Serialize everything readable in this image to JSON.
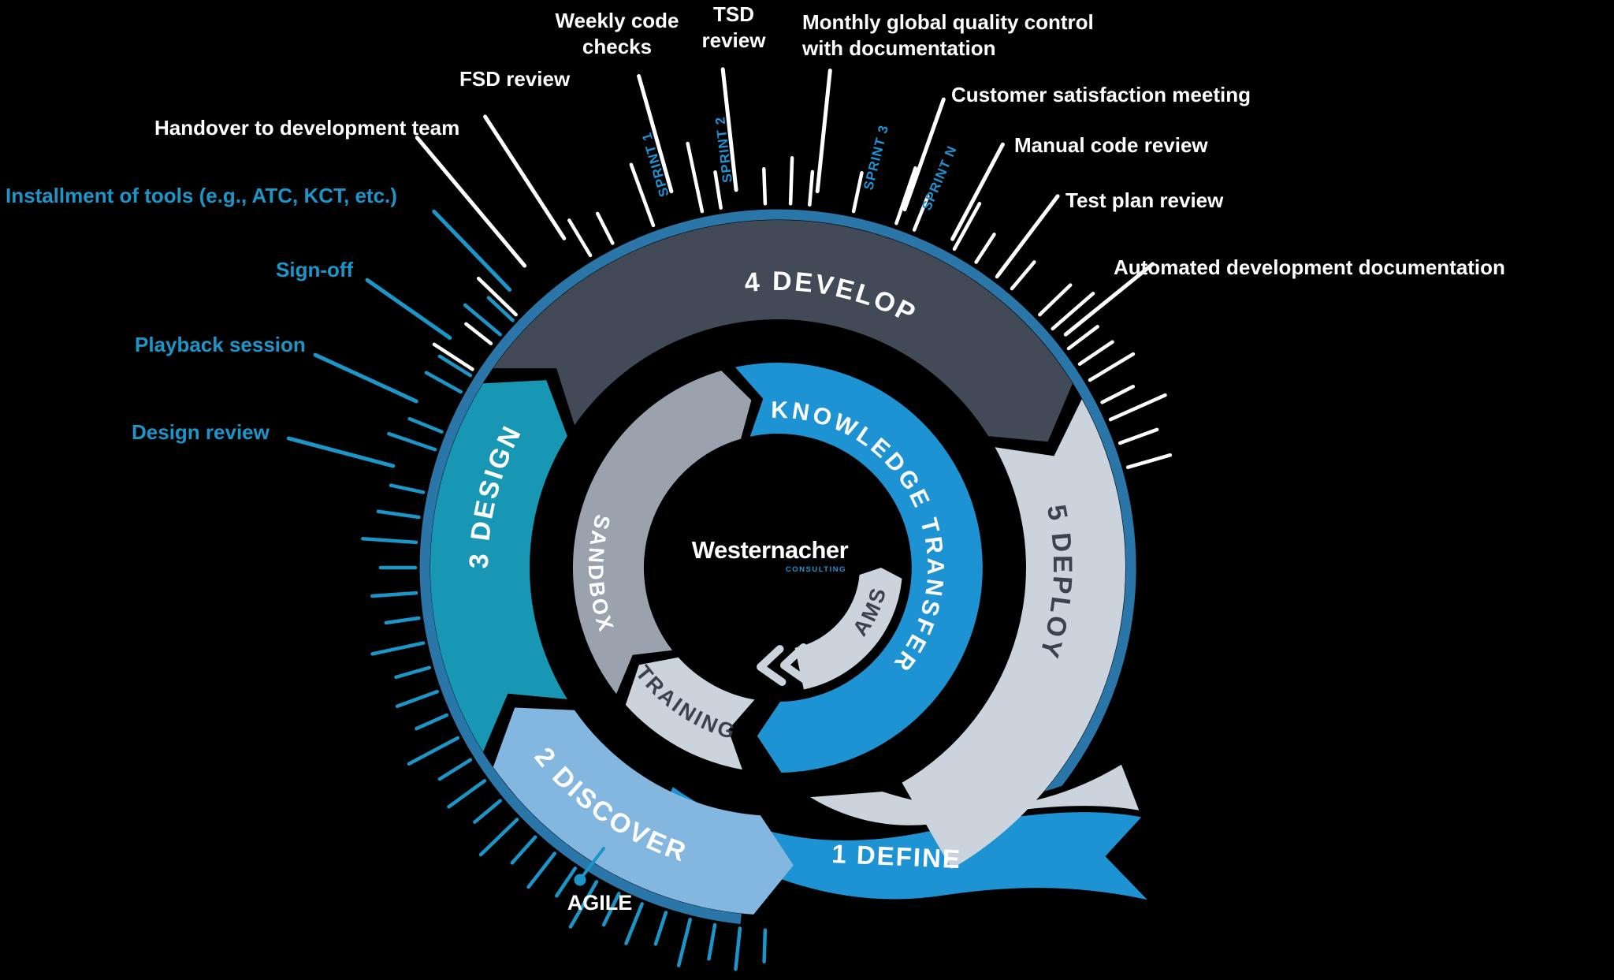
{
  "brand": {
    "name": "Westernacher",
    "tagline": "CONSULTING"
  },
  "wheel": {
    "phases": [
      {
        "id": "define",
        "label": "1 DEFINE"
      },
      {
        "id": "discover",
        "label": "2 DISCOVER"
      },
      {
        "id": "design",
        "label": "3 DESIGN"
      },
      {
        "id": "develop",
        "label": "4 DEVELOP"
      },
      {
        "id": "deploy",
        "label": "5 DEPLOY"
      }
    ],
    "inner": [
      {
        "id": "sandbox",
        "label": "SANDBOX"
      },
      {
        "id": "training",
        "label": "TRAINING"
      },
      {
        "id": "knowledge_transfer",
        "label": "KNOWLEDGE TRANSFER"
      },
      {
        "id": "ams",
        "label": "AMS"
      }
    ],
    "sprints": [
      "SPRINT 1",
      "SPRINT 2",
      "SPRINT 3",
      "SPRINT N"
    ],
    "agile_label": "AGILE"
  },
  "callouts": {
    "white": {
      "handover": {
        "text": "Handover to development team"
      },
      "fsd": {
        "text": "FSD review"
      },
      "weekly": {
        "line1": "Weekly code",
        "line2": "checks"
      },
      "tsd": {
        "line1": "TSD",
        "line2": "review"
      },
      "monthly": {
        "line1": "Monthly global quality control",
        "line2": "with documentation"
      },
      "customer": {
        "text": "Customer satisfaction meeting"
      },
      "manual": {
        "text": "Manual code review"
      },
      "testplan": {
        "text": "Test plan review"
      },
      "autodoc": {
        "text": "Automated development documentation"
      }
    },
    "blue": {
      "tools": {
        "text": "Installment of tools (e.g., ATC, KCT, etc.)"
      },
      "signoff": {
        "text": "Sign-off"
      },
      "playback": {
        "text": "Playback session"
      },
      "designrev": {
        "text": "Design review"
      }
    }
  },
  "colors": {
    "background": "#000000",
    "dark_slate": "#424A57",
    "rim_blue": "#2B76A8",
    "teal": "#1797B4",
    "blue": "#1E93D4",
    "light_blue": "#84B7E0",
    "silver": "#CBD3DC",
    "gray": "#9AA2AD",
    "tick_blue": "#1B96C9",
    "text_dark": "#39424E",
    "white": "#FFFFFF"
  }
}
